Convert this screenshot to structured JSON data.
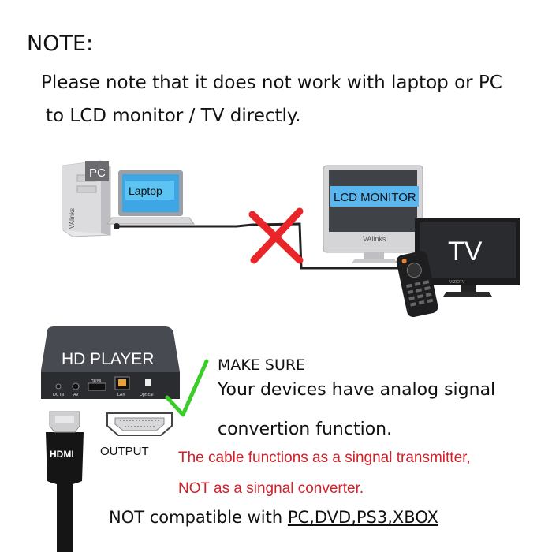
{
  "note": {
    "title": "NOTE:",
    "line1": "Please note that it does not work with laptop or PC",
    "line2": "to LCD monitor / TV  directly."
  },
  "diagram": {
    "pc_label": "PC",
    "pc_brand": "VAlinks",
    "laptop_label": "Laptop",
    "monitor_label": "LCD MONITOR",
    "monitor_brand": "VAlinks",
    "tv_label": "TV",
    "tv_brand": "VIZIOTV",
    "player_label": "HD PLAYER",
    "port_dcin": "DC IN",
    "port_av": "AV",
    "port_hdmi": "HDMI",
    "port_lan": "LAN",
    "port_optical": "Optical",
    "hdmi_plug_label": "HDMI",
    "output_label": "OUTPUT"
  },
  "make_sure": {
    "heading": "MAKE SURE",
    "line1": "Your devices have analog signal",
    "line2": "convertion function."
  },
  "warning": {
    "line1": "The cable functions as a singnal transmitter,",
    "line2": "NOT as a singnal converter."
  },
  "compat": {
    "prefix": "NOT compatible with ",
    "items": "PC,DVD,PS3,XBOX"
  },
  "colors": {
    "red_text": "#d2202a",
    "red_cross": "#e8262a",
    "green_check": "#3ccb2b"
  }
}
